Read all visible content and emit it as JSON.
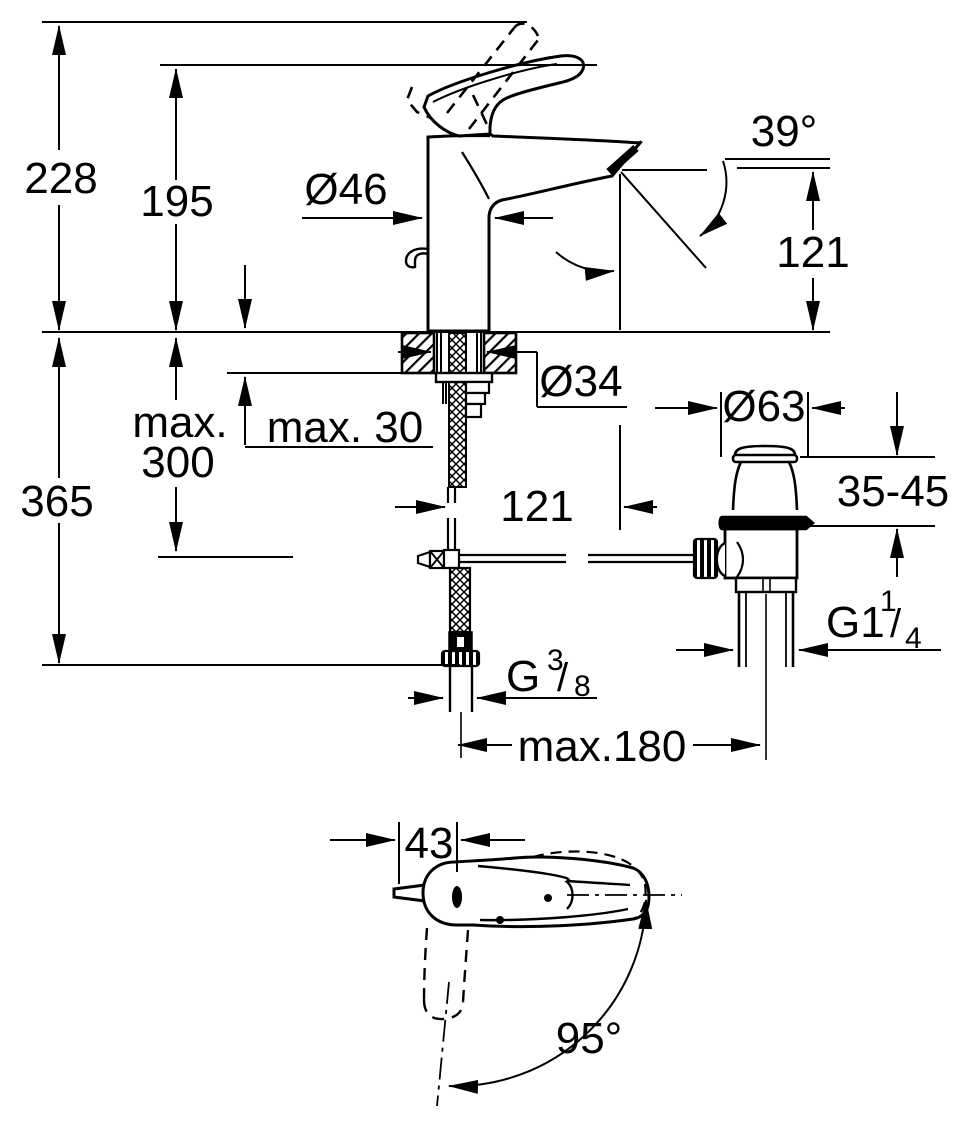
{
  "drawing": {
    "type": "faucet-installation-dimension-drawing",
    "background": "#ffffff",
    "line_color": "#000000",
    "labels": {
      "overall_height": "228",
      "lever_height": "195",
      "body_diameter": "Ø46",
      "spray_angle": "39°",
      "spout_outlet_height": "121",
      "deck_hole_diameter": "Ø34",
      "max_word": "max.",
      "max_300": "300",
      "deck_thickness": "max. 30",
      "below_deck_height": "365",
      "spout_projection": "121",
      "waste_flange_diameter": "Ø63",
      "waste_clamp_range": "35-45",
      "waste_thread_main": "G1",
      "waste_thread_num": "1",
      "waste_thread_slash": "/",
      "waste_thread_den": "4",
      "supply_thread_main": "G",
      "supply_thread_num": "3",
      "supply_thread_slash": "/",
      "supply_thread_den": "8",
      "max_hose_spread": "max.180",
      "handle_offset": "43",
      "swivel_angle": "95°"
    }
  }
}
